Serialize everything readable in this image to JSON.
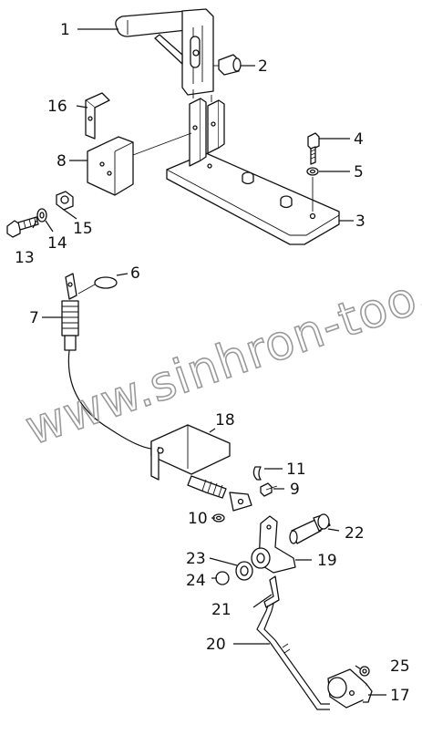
{
  "watermark": "www.sinhron-too.kz",
  "callouts": [
    {
      "id": "c1",
      "text": "1"
    },
    {
      "id": "c2",
      "text": "2"
    },
    {
      "id": "c3",
      "text": "3"
    },
    {
      "id": "c4",
      "text": "4"
    },
    {
      "id": "c5",
      "text": "5"
    },
    {
      "id": "c6",
      "text": "6"
    },
    {
      "id": "c7",
      "text": "7"
    },
    {
      "id": "c8",
      "text": "8"
    },
    {
      "id": "c9",
      "text": "9"
    },
    {
      "id": "c10",
      "text": "10"
    },
    {
      "id": "c11",
      "text": "11"
    },
    {
      "id": "c13",
      "text": "13"
    },
    {
      "id": "c14",
      "text": "14"
    },
    {
      "id": "c15",
      "text": "15"
    },
    {
      "id": "c16",
      "text": "16"
    },
    {
      "id": "c17",
      "text": "17"
    },
    {
      "id": "c18",
      "text": "18"
    },
    {
      "id": "c19",
      "text": "19"
    },
    {
      "id": "c20",
      "text": "20"
    },
    {
      "id": "c21",
      "text": "21"
    },
    {
      "id": "c22",
      "text": "22"
    },
    {
      "id": "c23",
      "text": "23"
    },
    {
      "id": "c24",
      "text": "24"
    },
    {
      "id": "c25",
      "text": "25"
    }
  ]
}
